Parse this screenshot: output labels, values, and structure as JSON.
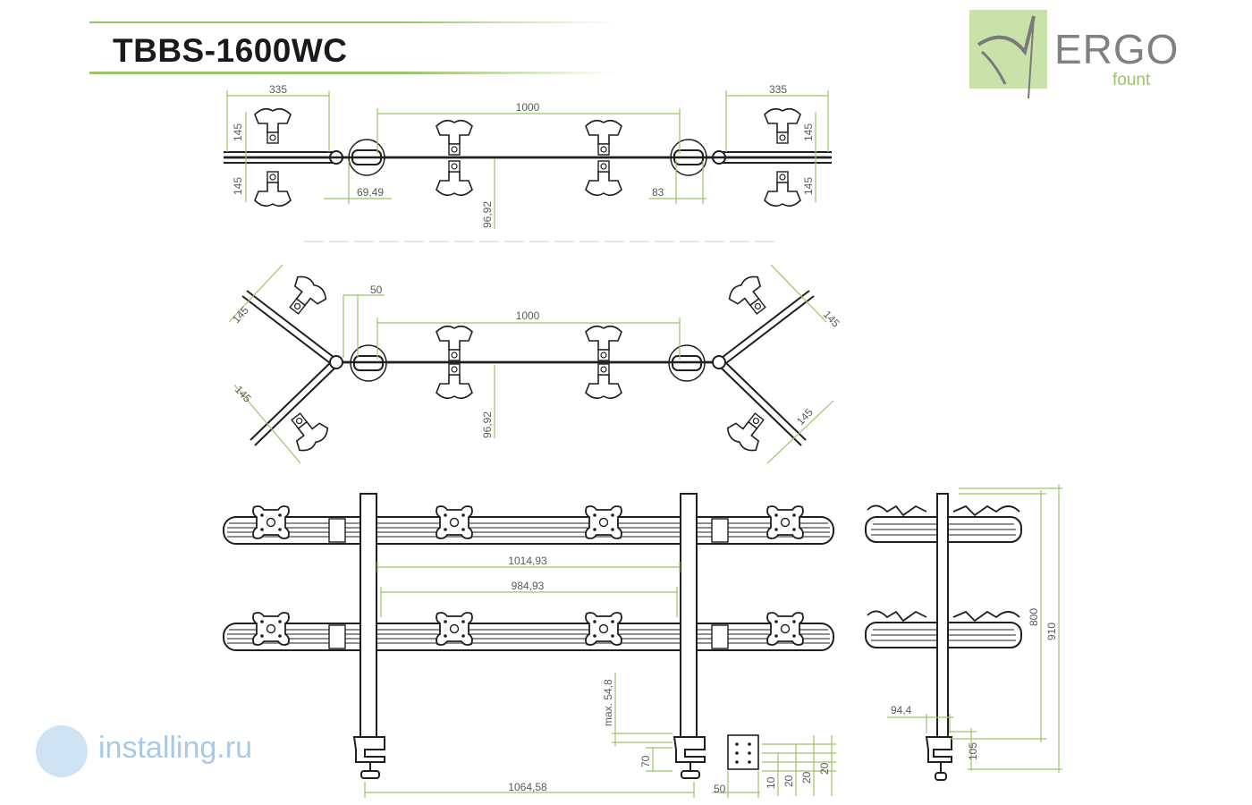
{
  "header": {
    "title": "TBBS-1600WC"
  },
  "logo": {
    "word": "ERGO",
    "sub": "fount"
  },
  "watermark": {
    "text": "installing.ru"
  },
  "colors": {
    "dimension": "#9cc36a",
    "line": "#1f1f1f",
    "logo_box": "#c9e2a9",
    "logo_text": "#808080",
    "watermark": "#a9c9e6"
  },
  "view_top": {
    "dim_left_width": "335",
    "dim_right_width": "335",
    "dim_center": "1000",
    "dim_left_up": "145",
    "dim_left_down": "145",
    "dim_right_up": "145",
    "dim_right_down": "145",
    "dim_clamp_left": "69,49",
    "dim_clamp_right": "83",
    "dim_depth": "96,92"
  },
  "view_angled": {
    "dim_offset": "50",
    "dim_center": "1000",
    "dim_ul": "145",
    "dim_ll": "145",
    "dim_ur": "145",
    "dim_lr": "145",
    "dim_depth": "96,92"
  },
  "view_front": {
    "dim_inner_a": "1014,93",
    "dim_inner_b": "984,93",
    "dim_poles": "1064,58",
    "dim_max": "max. 54,8",
    "dim_clamp_h": "70",
    "dim_base_w": "50",
    "dim_d1": "10",
    "dim_d2": "20",
    "dim_d3": "20",
    "dim_d4": "20"
  },
  "view_side": {
    "dim_800": "800",
    "dim_910": "910",
    "dim_94": "94,4",
    "dim_105": "105"
  }
}
